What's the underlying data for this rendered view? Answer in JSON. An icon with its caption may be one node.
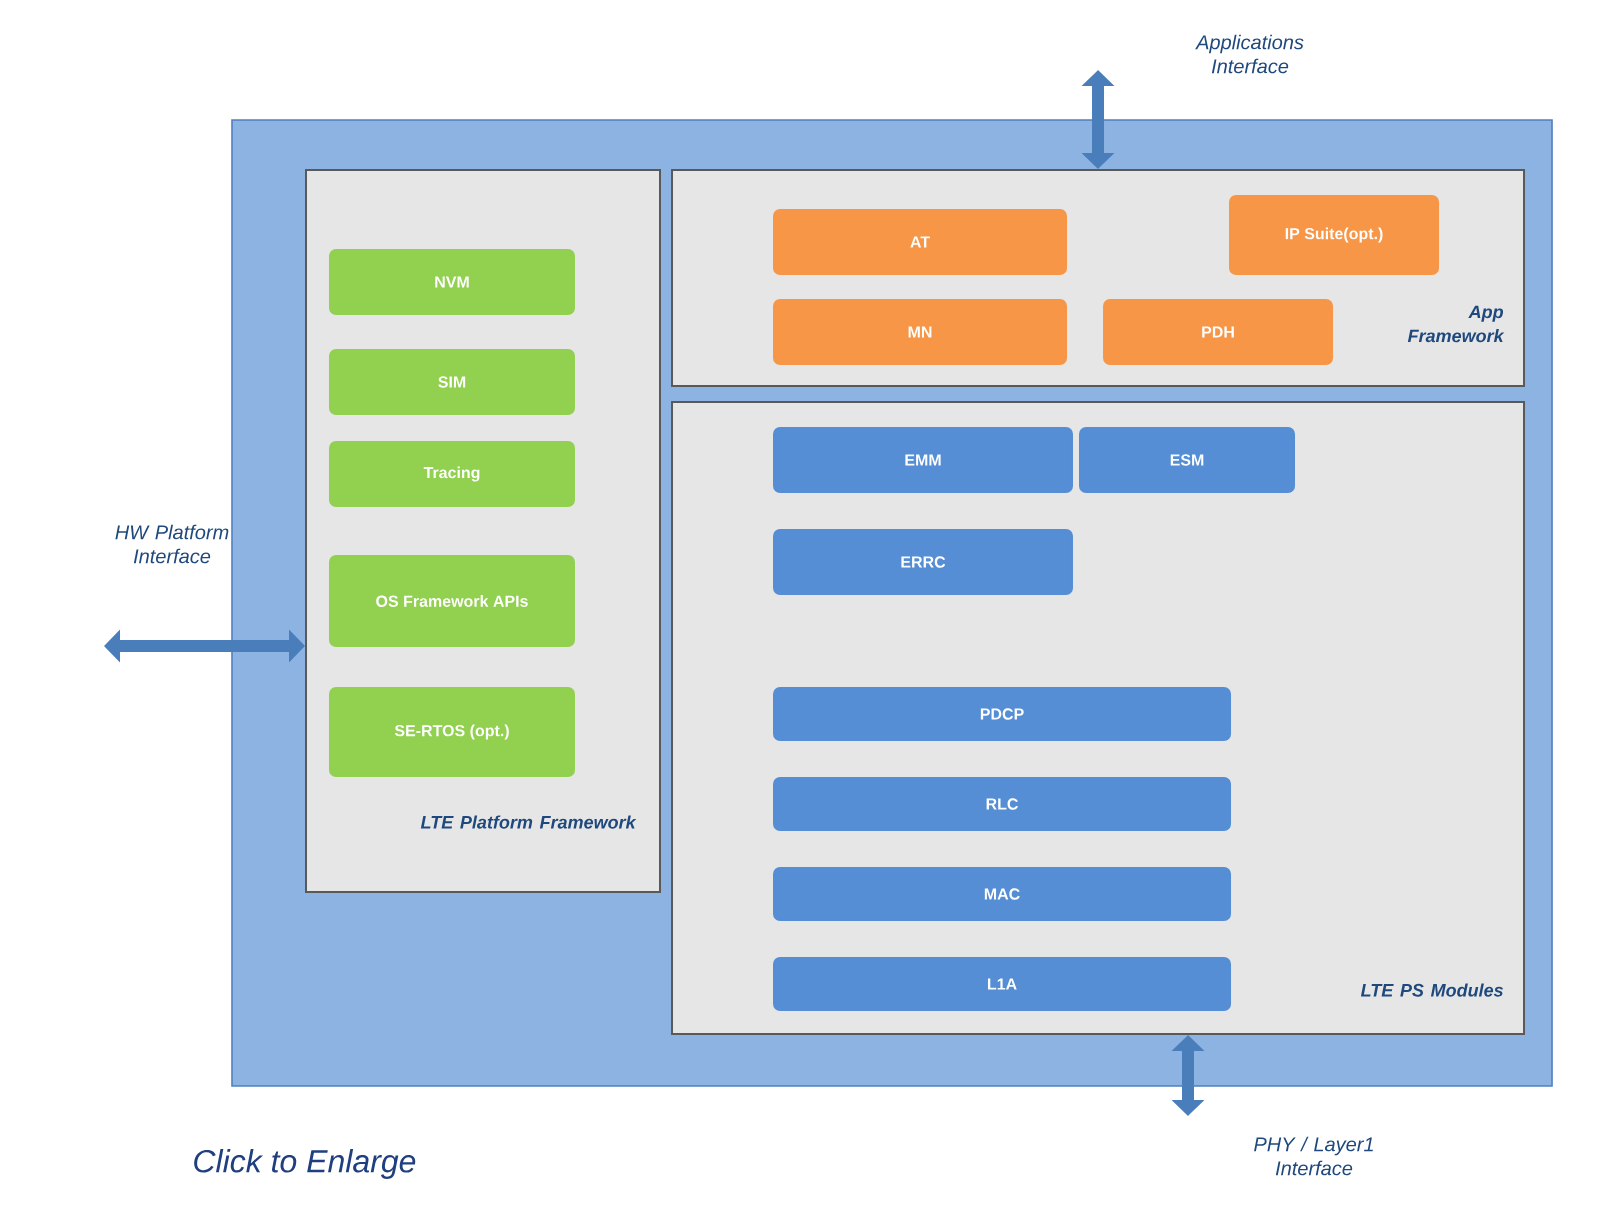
{
  "diagram": {
    "nodes": [
      {
        "text": [],
        "shape": "box"
      },
      {
        "text": [
          "LTE Platform Framework"
        ],
        "in": 0
      },
      {
        "text": [
          "NVM"
        ],
        "in": 1
      },
      {
        "text": [
          "SIM"
        ],
        "in": 1
      },
      {
        "text": [
          "Tracing"
        ],
        "in": 1
      },
      {
        "text": [
          "OS Framework APIs"
        ],
        "in": 1
      },
      {
        "text": [
          "SE-RTOS (opt.)"
        ],
        "in": 1
      },
      {
        "text": [
          "App Framework"
        ],
        "in": 0
      },
      {
        "text": [
          "AT"
        ],
        "in": 7
      },
      {
        "text": [
          "IP Suite(opt.)"
        ],
        "in": 7
      },
      {
        "text": [
          "MN"
        ],
        "in": 7
      },
      {
        "text": [
          "PDH"
        ],
        "in": 7
      },
      {
        "text": [
          "LTE PS Modules"
        ],
        "in": 0
      },
      {
        "text": [
          "EMM"
        ],
        "in": 12
      },
      {
        "text": [
          "ESM"
        ],
        "in": 12
      },
      {
        "text": [
          "ERRC"
        ],
        "in": 12
      },
      {
        "text": [
          "PDCP"
        ],
        "in": 12
      },
      {
        "text": [
          "RLC"
        ],
        "in": 12
      },
      {
        "text": [
          "MAC"
        ],
        "in": 12
      },
      {
        "text": [
          "L1A"
        ],
        "in": 12
      }
    ],
    "edges": [
      {
        "from": null,
        "to": 1,
        "arrow": "both",
        "label": "HW Platform Interface"
      },
      {
        "from": null,
        "to": 7,
        "arrow": "both",
        "label": "Applications Interface"
      },
      {
        "from": null,
        "to": 12,
        "arrow": "both",
        "label": "PHY / Layer1 Interface"
      }
    ],
    "labels": [
      "Click to Enlarge"
    ]
  }
}
